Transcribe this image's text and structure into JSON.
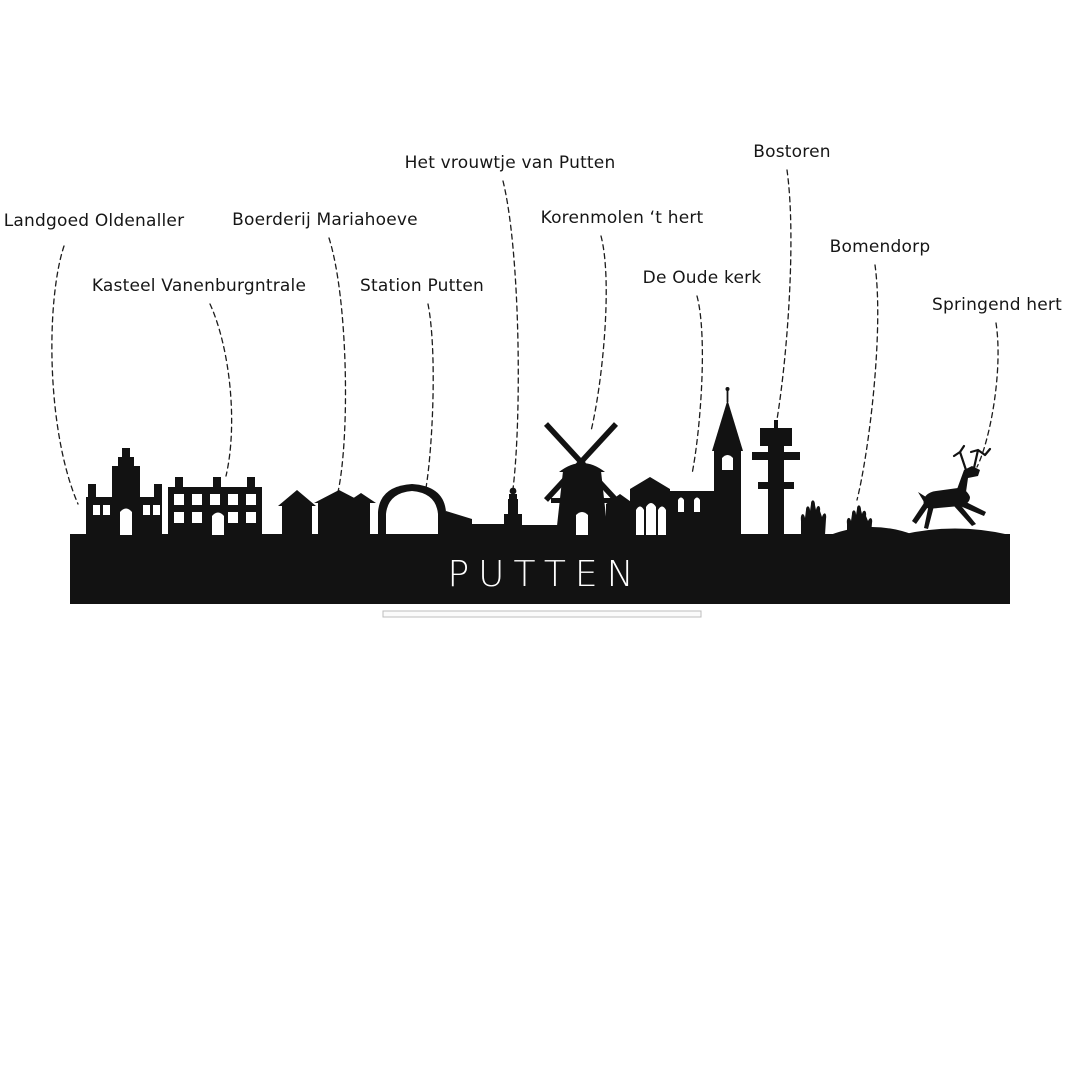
{
  "page": {
    "background": "#ffffff"
  },
  "skyline": {
    "title": "PUTTEN",
    "silhouette_color": "#121212",
    "labels": [
      {
        "text": "Landgoed Oldenaller"
      },
      {
        "text": "Kasteel Vanenburgntrale"
      },
      {
        "text": "Boerderij Mariahoeve"
      },
      {
        "text": "Station Putten"
      },
      {
        "text": "Het vrouwtje van Putten"
      },
      {
        "text": "Korenmolen ‘t hert"
      },
      {
        "text": "De Oude kerk"
      },
      {
        "text": "Bostoren"
      },
      {
        "text": "Bomendorp"
      },
      {
        "text": "Springend hert"
      }
    ]
  }
}
